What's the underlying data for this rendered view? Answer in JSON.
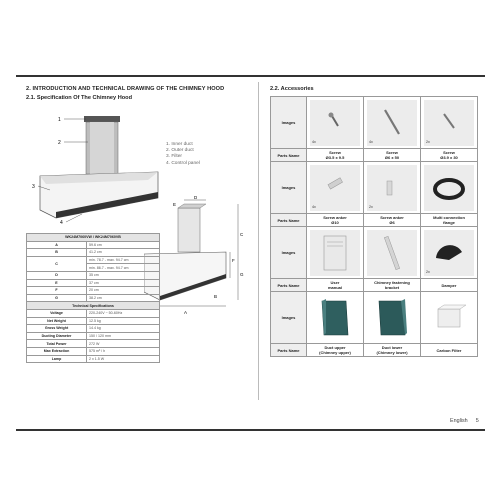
{
  "left": {
    "heading": "2. INTRODUCTION AND TECHNICAL DRAWING OF THE CHIMNEY HOOD",
    "subheading": "2.1. Specification Of The Chimney Hood",
    "legend": [
      "1. Inner duct",
      "2. Outer duct",
      "3. Filter",
      "4. Control panel"
    ],
    "callouts": [
      "1",
      "2",
      "3",
      "4"
    ],
    "dim_letters": [
      "A",
      "B",
      "C",
      "D",
      "E",
      "F",
      "G"
    ],
    "model_header": "WK24M7060VW / WK24M7060VB",
    "dims": [
      {
        "k": "A",
        "v": "59.6 cm"
      },
      {
        "k": "B",
        "v": "41.2 cm"
      },
      {
        "k": "C",
        "v1": "min. 78.7 - max. 94.7 cm",
        "v2": "min. 86.7 - max. 94.7 cm"
      },
      {
        "k": "D",
        "v": "35 cm"
      },
      {
        "k": "E",
        "v": "37 cm"
      },
      {
        "k": "F",
        "v": "20 cm"
      },
      {
        "k": "G",
        "v": "38.2 cm"
      }
    ],
    "tech_header": "Technical Specifications",
    "tech": [
      {
        "k": "Voltage",
        "v": "220-240V ~ 50-60Hz"
      },
      {
        "k": "Net Weight",
        "v": "12.5 kg"
      },
      {
        "k": "Gross Weight",
        "v": "14.4 kg"
      },
      {
        "k": "Ducting Diameter",
        "v": "150 / 120 mm"
      },
      {
        "k": "Total Power",
        "v": "272 W"
      },
      {
        "k": "Max Extraction",
        "v": "575 m³ / h"
      },
      {
        "k": "Lamp",
        "v": "2 x 1.5 W"
      }
    ]
  },
  "right": {
    "title": "2.2. Accessories",
    "images_label": "Images",
    "parts_label": "Parts Name",
    "rows": [
      {
        "parts": [
          {
            "name": "Screw\nØ3.5 x 9.5",
            "qty": "4x"
          },
          {
            "name": "Screw\nØ6 x 50",
            "qty": "4x"
          },
          {
            "name": "Screw\nØ3.9 x 30",
            "qty": "2x"
          }
        ]
      },
      {
        "parts": [
          {
            "name": "Screw anker\nØ10",
            "qty": "4x"
          },
          {
            "name": "Screw anker\nØ6",
            "qty": "2x"
          },
          {
            "name": "Multi connection\nflange",
            "qty": ""
          }
        ]
      },
      {
        "parts": [
          {
            "name": "User\nmanual",
            "qty": ""
          },
          {
            "name": "Chimney fastening\nbracket",
            "qty": ""
          },
          {
            "name": "Damper",
            "qty": "2x"
          }
        ]
      },
      {
        "parts": [
          {
            "name": "Duct upper\n(Chimney upper)",
            "qty": ""
          },
          {
            "name": "Duct lower\n(Chimney lower)",
            "qty": ""
          },
          {
            "name": "Carbon Filter",
            "qty": ""
          }
        ]
      }
    ]
  },
  "footer": {
    "lang": "English",
    "page": "5"
  }
}
